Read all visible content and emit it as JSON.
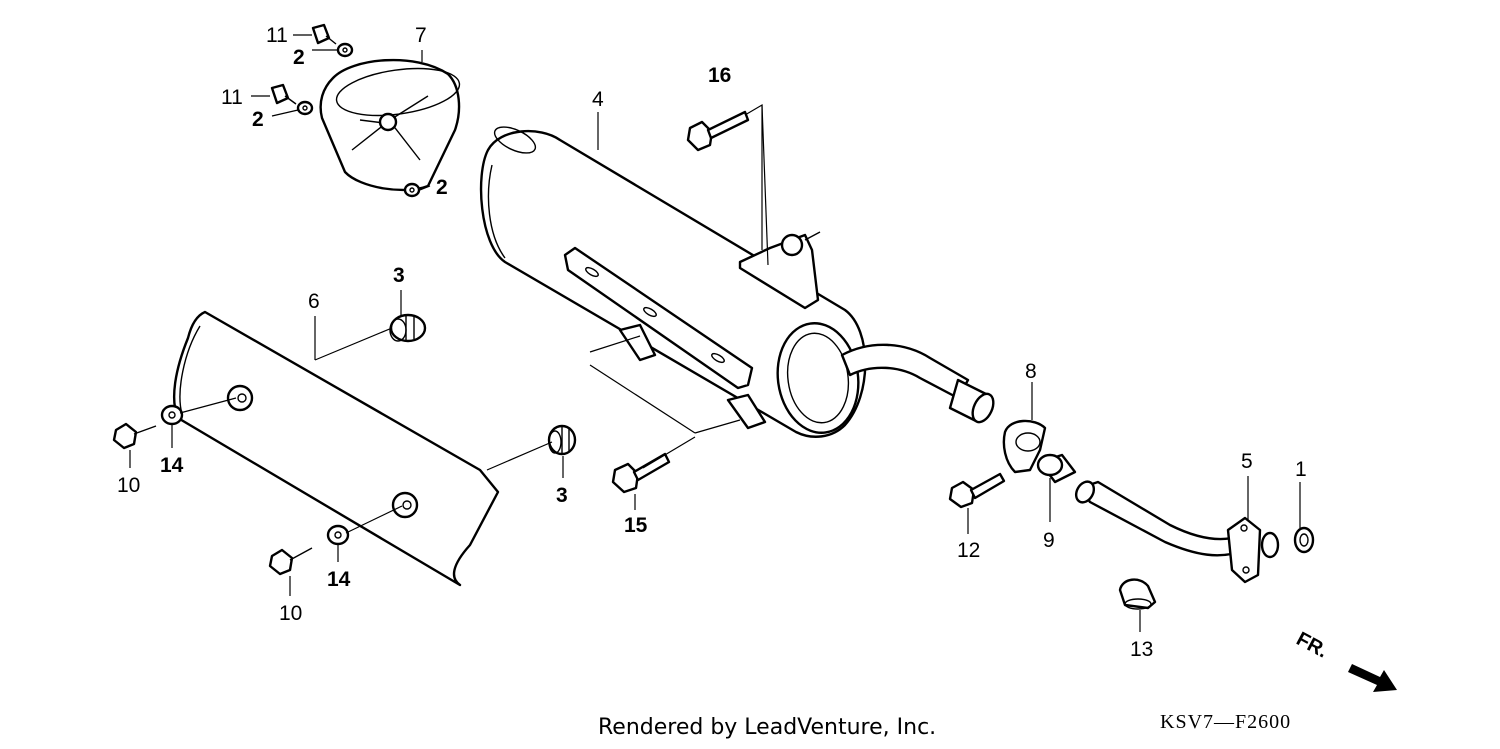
{
  "callouts": [
    {
      "id": "c11a",
      "text": "11"
    },
    {
      "id": "c2a",
      "text": "2"
    },
    {
      "id": "c7",
      "text": "7"
    },
    {
      "id": "c11b",
      "text": "11"
    },
    {
      "id": "c2b",
      "text": "2"
    },
    {
      "id": "c2c",
      "text": "2"
    },
    {
      "id": "c16",
      "text": "16"
    },
    {
      "id": "c4",
      "text": "4"
    },
    {
      "id": "c3a",
      "text": "3"
    },
    {
      "id": "c6",
      "text": "6"
    },
    {
      "id": "c8",
      "text": "8"
    },
    {
      "id": "c10a",
      "text": "10"
    },
    {
      "id": "c14a",
      "text": "14"
    },
    {
      "id": "c3b",
      "text": "3"
    },
    {
      "id": "c15",
      "text": "15"
    },
    {
      "id": "c5",
      "text": "5"
    },
    {
      "id": "c1",
      "text": "1"
    },
    {
      "id": "c12",
      "text": "12"
    },
    {
      "id": "c9",
      "text": "9"
    },
    {
      "id": "c14b",
      "text": "14"
    },
    {
      "id": "c10b",
      "text": "10"
    },
    {
      "id": "c13",
      "text": "13"
    }
  ],
  "direction_label": "FR.",
  "credit": "Rendered by LeadVenture, Inc.",
  "diagram_code": "KSV7—F2600",
  "colors": {
    "ink": "#000000",
    "paper": "#ffffff"
  }
}
